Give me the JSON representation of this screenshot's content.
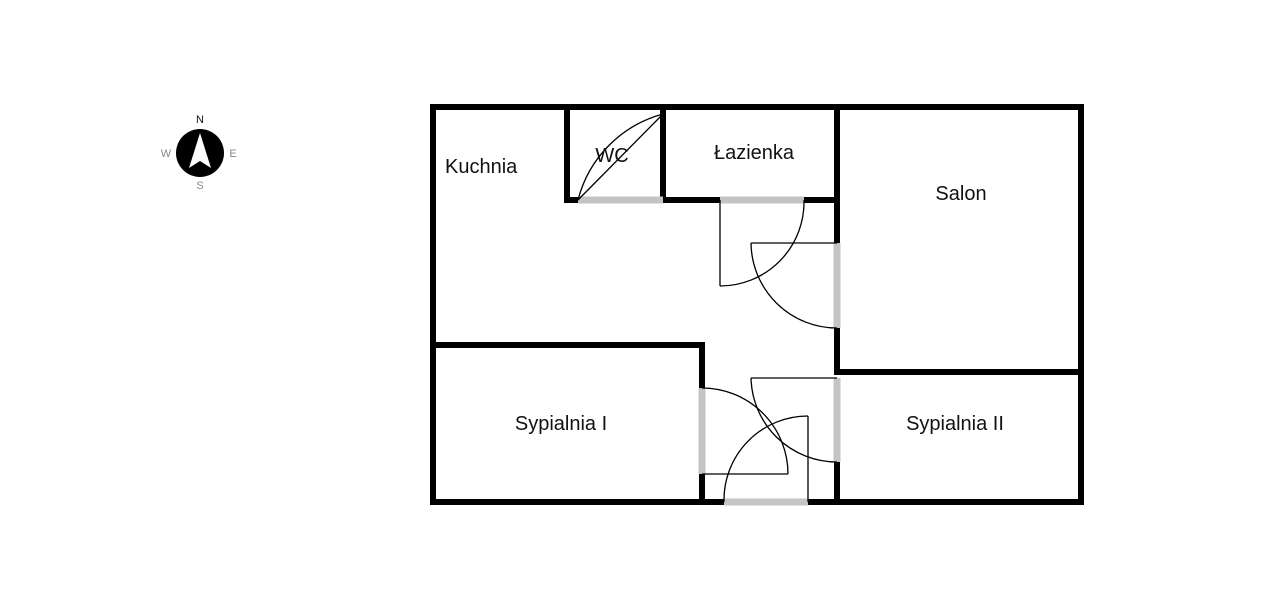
{
  "compass": {
    "north": "N",
    "east": "E",
    "south": "S",
    "west": "W",
    "icon": "compass-icon"
  },
  "rooms": {
    "kitchen": "Kuchnia",
    "wc": "WC",
    "bathroom": "Łazienka",
    "living_room": "Salon",
    "bedroom_1": "Sypialnia I",
    "bedroom_2": "Sypialnia II"
  },
  "colors": {
    "wall": "#000000",
    "opening": "#c4c4c4",
    "background": "#ffffff"
  }
}
